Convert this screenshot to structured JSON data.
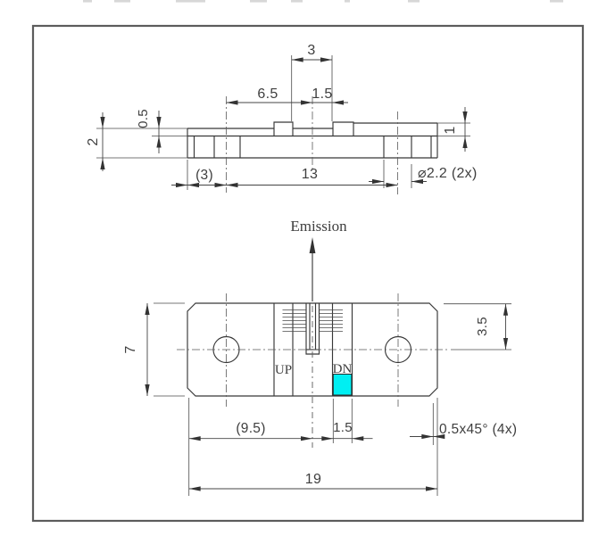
{
  "side_view": {
    "dim_3": "3",
    "dim_6_5": "6.5",
    "dim_1_5": "1.5",
    "dim_0_5": "0.5",
    "dim_2": "2",
    "dim_1": "1",
    "dim_3_ref": "(3)",
    "dim_13": "13",
    "dim_hole": "⌀2.2 (2x)"
  },
  "plan_view": {
    "emission_label": "Emission",
    "up_label": "UP",
    "dn_label": "DN",
    "dim_7": "7",
    "dim_3_5": "3.5",
    "dim_9_5_ref": "(9.5)",
    "dim_1_5": "1.5",
    "dim_chamfer": "0.5x45° (4x)",
    "dim_19": "19"
  },
  "colors": {
    "highlight_cyan": "#00eff2",
    "label_navy": "#24247d",
    "line": "#3c3c3c"
  }
}
